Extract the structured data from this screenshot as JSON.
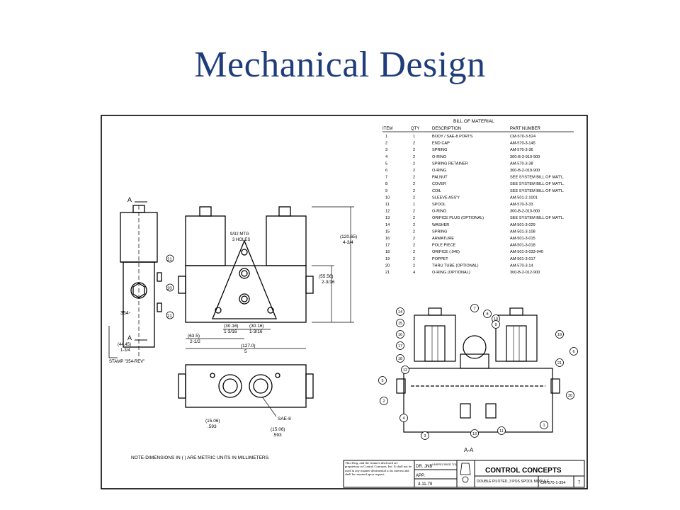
{
  "slide": {
    "title": "Mechanical Design"
  },
  "bom": {
    "heading": "BILL OF MATERIAL",
    "columns": [
      "ITEM",
      "QTY",
      "DESCRIPTION",
      "PART NUMBER"
    ],
    "rows": [
      [
        "1",
        "1",
        "BODY / SAE-8 PORTS",
        "CM-570-3-524"
      ],
      [
        "2",
        "2",
        "END CAP",
        "AM-570-3-145"
      ],
      [
        "3",
        "2",
        "SPRING",
        "AM-570-3-36"
      ],
      [
        "4",
        "2",
        "O-RING",
        "300-B-3-910-900"
      ],
      [
        "5",
        "2",
        "SPRING RETAINER",
        "AM-570-3-38"
      ],
      [
        "6",
        "2",
        "O-RING",
        "300-B-2-019-900"
      ],
      [
        "7",
        "2",
        "PALNUT",
        "SEE SYSTEM BILL OF MAT'L."
      ],
      [
        "8",
        "2",
        "COVER",
        "SEE SYSTEM BILL OF MAT'L."
      ],
      [
        "9",
        "2",
        "COIL",
        "SEE SYSTEM BILL OF MAT'L."
      ],
      [
        "10",
        "2",
        "SLEEVE ASS'Y",
        "AM-501-2-1001"
      ],
      [
        "11",
        "1",
        "SPOOL",
        "AM-570-3-33"
      ],
      [
        "12",
        "2",
        "O-RING",
        "300-B-2-010-900"
      ],
      [
        "13",
        "2",
        "ORIFICE PLUG (OPTIONAL)",
        "SEE SYSTEM BILL OF MAT'L."
      ],
      [
        "14",
        "2",
        "WASHER",
        "AM-501-3-029"
      ],
      [
        "15",
        "2",
        "SPRING",
        "AM-501-3-108"
      ],
      [
        "16",
        "2",
        "ARMATURE",
        "AM-501-3-015"
      ],
      [
        "17",
        "2",
        "POLE PIECE",
        "AM-501-3-018"
      ],
      [
        "18",
        "2",
        "ORIFICE (.040)",
        "AM-501-3-033-040"
      ],
      [
        "19",
        "2",
        "POPPET",
        "AM-501-3-017"
      ],
      [
        "20",
        "2",
        "THRU TUBE (OPTIONAL)",
        "AM-570-3-14"
      ],
      [
        "21",
        "4",
        "O-RING (OPTIONAL)",
        "300-B-2-012-900"
      ]
    ]
  },
  "labels": {
    "section_a": "A",
    "section_aa": "A-A",
    "mtg_holes_1": "9/32 MTG",
    "mtg_holes_2": "3 HOLES",
    "stamp": "STAMP \"354-REV\"",
    "code_354": "354-",
    "sae8": "SAE-8",
    "note": "NOTE-DIMENSIONS IN (   ) ARE METRIC UNITS IN MILLIMETERS."
  },
  "dimensions": {
    "height_mm": "(120.65)",
    "height_in": "4-3/4",
    "mid_mm": "(55.56)",
    "mid_in": "2-3/16",
    "w1_mm": "(30.16)",
    "w1_in": "1-3/16",
    "w2_mm": "(30.16)",
    "w2_in": "1-3/16",
    "d63_mm": "(63.5)",
    "d63_in": "2-1/2",
    "d127_mm": "(127.0)",
    "d127_in": "5",
    "side_mm": "(44.45)",
    "side_in": "1-3/4",
    "b1_mm": "(15.06)",
    "b1_in": ".593",
    "b2_mm": "(15.06)",
    "b2_in": ".593"
  },
  "callouts": [
    "14",
    "15",
    "16",
    "17",
    "18",
    "12",
    "5",
    "2",
    "4",
    "3",
    "13",
    "11",
    "1",
    "6",
    "7",
    "8",
    "10",
    "9",
    "19",
    "21",
    "20"
  ],
  "title_block": {
    "disclaimer": "This Dwg. and the features disclosed are proprietary to Control Concepts, Inc. It shall not be used in any manner detrimental to its interest and shall be returned upon request.",
    "dr": "DR. JNB",
    "app": "APP.",
    "date": "4-11-79",
    "tol": "UNSPECIFIED TOL.",
    "company": "CONTROL CONCEPTS",
    "drawing_title": "DOUBLE PILOTED, 3 POS SPOOL MODULE",
    "part_no": "CM-570-1-354",
    "sheet": "7"
  }
}
